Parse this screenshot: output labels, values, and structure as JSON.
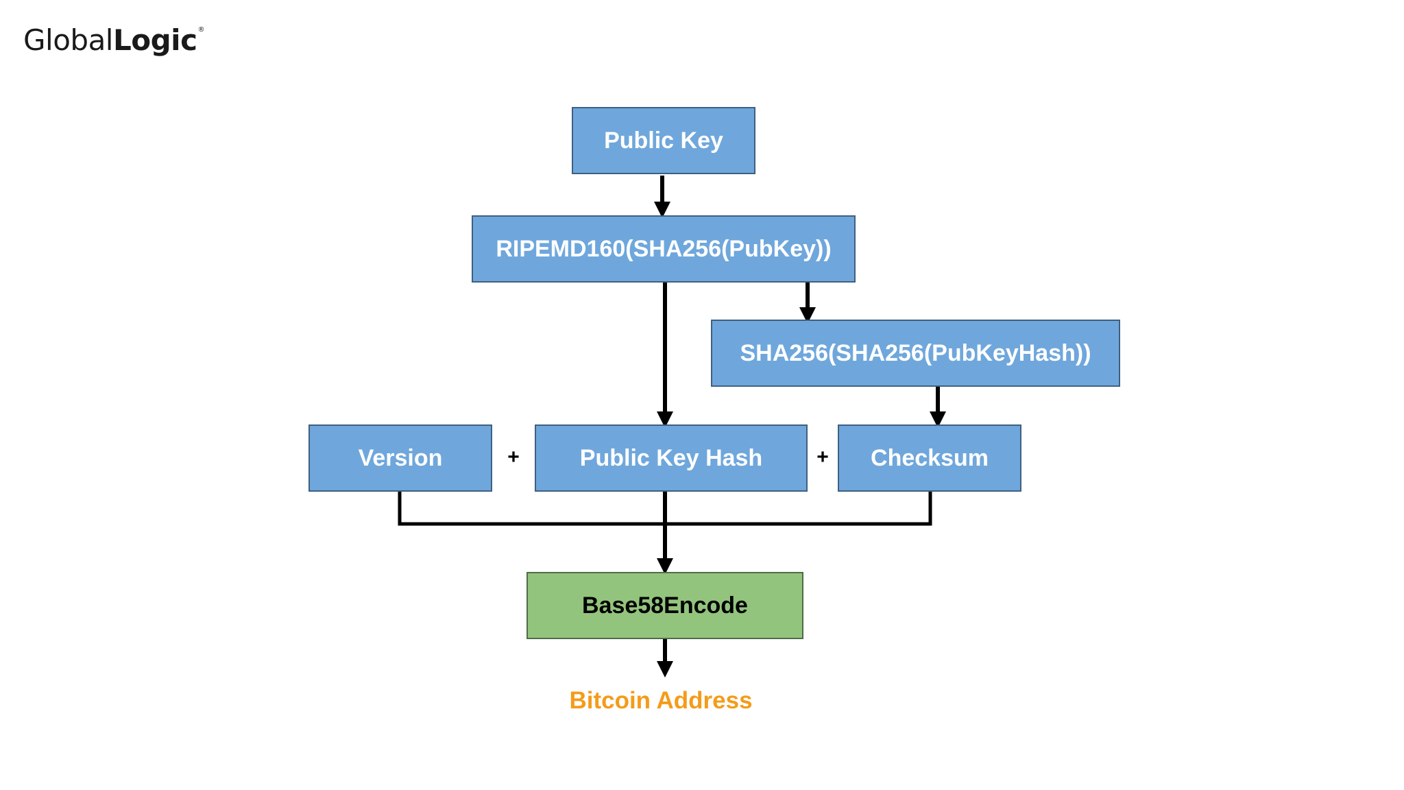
{
  "logo": {
    "regular": "Global",
    "bold": "Logic",
    "mark": "®"
  },
  "nodes": {
    "public_key": "Public Key",
    "ripemd160": "RIPEMD160(SHA256(PubKey))",
    "double_sha256": "SHA256(SHA256(PubKeyHash))",
    "version": "Version",
    "public_key_hash": "Public Key Hash",
    "checksum": "Checksum",
    "base58": "Base58Encode"
  },
  "operators": {
    "plus_1": "+",
    "plus_2": "+"
  },
  "output": "Bitcoin Address",
  "colors": {
    "process_box": "#6fa7dc",
    "encode_box": "#93c47d",
    "output_text": "#f39c1a",
    "connector": "#000000"
  }
}
